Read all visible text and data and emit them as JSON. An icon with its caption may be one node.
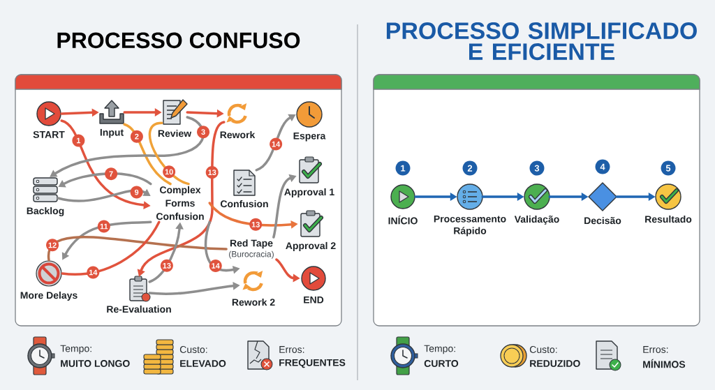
{
  "diagram": {
    "nodes": [
      {
        "text": [
          "PROCESSO CONFUSO"
        ]
      },
      {
        "text": [
          "START"
        ],
        "in": 0
      },
      {
        "text": [
          "Input"
        ],
        "in": 0
      },
      {
        "text": [
          "Review"
        ],
        "in": 0
      },
      {
        "text": [
          "Rework"
        ],
        "in": 0
      },
      {
        "text": [
          "Espera"
        ],
        "in": 0
      },
      {
        "text": [
          "Backlog"
        ],
        "in": 0
      },
      {
        "text": [
          "Complex Forms Confusion"
        ],
        "in": 0
      },
      {
        "text": [
          "Confusion"
        ],
        "in": 0
      },
      {
        "text": [
          "Approval 1"
        ],
        "in": 0
      },
      {
        "text": [
          "Red Tape",
          "(Burocracia)"
        ],
        "in": 0
      },
      {
        "text": [
          "Approval 2"
        ],
        "in": 0
      },
      {
        "text": [
          "More Delays"
        ],
        "in": 0
      },
      {
        "text": [
          "Re-Evaluation"
        ],
        "in": 0
      },
      {
        "text": [
          "Rework 2"
        ],
        "in": 0
      },
      {
        "text": [
          "END"
        ],
        "in": 0
      },
      {
        "text": [
          "PROCESSO SIMPLIFICADO E EFICIENTE"
        ]
      },
      {
        "text": [
          "1",
          "INÍCIO"
        ],
        "in": 16
      },
      {
        "text": [
          "2",
          "Processamento Rápido"
        ],
        "in": 16
      },
      {
        "text": [
          "3",
          "Validação"
        ],
        "in": 16
      },
      {
        "text": [
          "4",
          "Decisão"
        ],
        "in": 16
      },
      {
        "text": [
          "5",
          "Resultado"
        ],
        "in": 16
      }
    ],
    "edges": [
      {
        "from": 1,
        "to": 2,
        "arrow": "to",
        "color": "#e1533d"
      },
      {
        "from": 2,
        "to": 3,
        "arrow": "to",
        "color": "#e1533d"
      },
      {
        "from": 3,
        "to": 4,
        "arrow": "to",
        "color": "#e1533d"
      },
      {
        "from": 1,
        "to": 7,
        "arrow": "to",
        "label": "1",
        "color": "#e1533d"
      },
      {
        "from": 2,
        "to": 7,
        "arrow": "none",
        "label": "2",
        "color": "#f0a238"
      },
      {
        "from": 3,
        "to": 6,
        "arrow": "to",
        "label": "3"
      },
      {
        "from": 8,
        "to": 5,
        "arrow": "to",
        "label": "14"
      },
      {
        "from": 3,
        "to": 7,
        "arrow": "none",
        "label": "10",
        "color": "#f0a238"
      },
      {
        "from": 4,
        "to": 13,
        "arrow": "to",
        "label": "13",
        "color": "#e1533d"
      },
      {
        "from": 7,
        "to": 6,
        "arrow": "to",
        "label": "7"
      },
      {
        "from": 6,
        "to": 7,
        "arrow": "to",
        "label": "9"
      },
      {
        "from": 7,
        "to": 12,
        "arrow": "to",
        "label": "11"
      },
      {
        "from": 12,
        "to": 10,
        "arrow": "none",
        "label": "12",
        "color": "#b5714f"
      },
      {
        "from": 7,
        "to": 11,
        "arrow": "to",
        "label": "13",
        "color": "#e8743c"
      },
      {
        "from": 13,
        "to": 7,
        "arrow": "to",
        "label": "13"
      },
      {
        "from": 7,
        "to": 14,
        "arrow": "to",
        "label": "14"
      },
      {
        "from": 12,
        "to": 7,
        "arrow": "none",
        "label": "14",
        "color": "#e1533d"
      },
      {
        "from": 13,
        "to": 14,
        "arrow": "to"
      },
      {
        "from": 10,
        "to": 15,
        "arrow": "to",
        "color": "#e1533d"
      },
      {
        "from": 10,
        "to": 9,
        "arrow": "to"
      },
      {
        "from": 17,
        "to": 18,
        "arrow": "to",
        "color": "#1f66b3"
      },
      {
        "from": 18,
        "to": 19,
        "arrow": "to",
        "color": "#1f66b3"
      },
      {
        "from": 19,
        "to": 20,
        "arrow": "to",
        "color": "#1f66b3"
      },
      {
        "from": 20,
        "to": 21,
        "arrow": "to",
        "color": "#1f66b3"
      }
    ],
    "labels": [
      "Tempo:",
      "MUITO LONGO",
      "Custo:",
      "ELEVADO",
      "Erros:",
      "FREQUENTES",
      "Tempo:",
      "CURTO",
      "Custo:",
      "REDUZIDO",
      "Erros:",
      "MÍNIMOS"
    ]
  }
}
